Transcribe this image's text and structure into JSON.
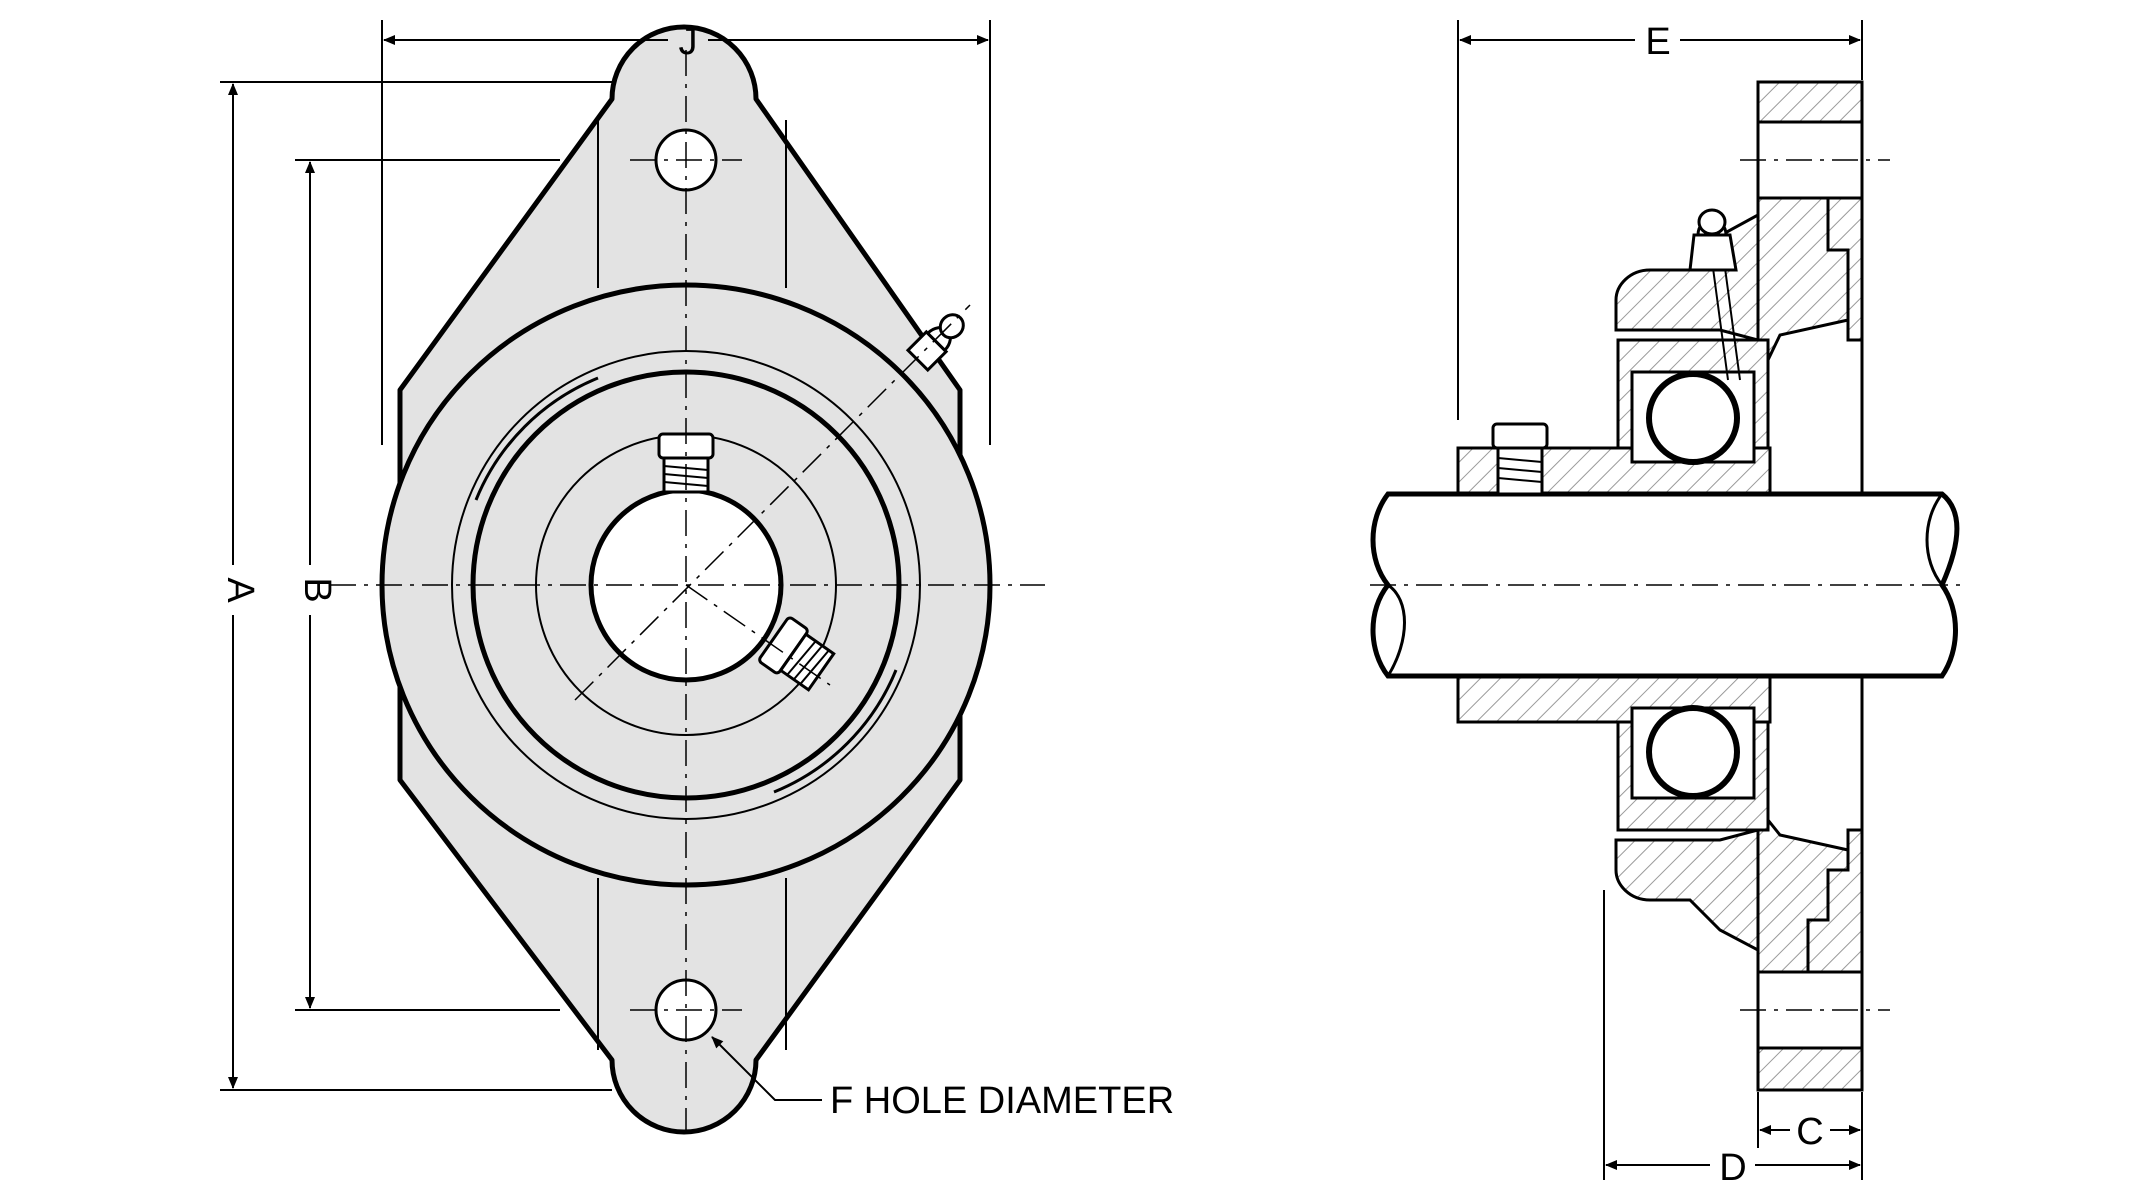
{
  "labels": {
    "a": "A",
    "b": "B",
    "c": "C",
    "d": "D",
    "e": "E",
    "j": "J",
    "hole": "F HOLE DIAMETER"
  },
  "colors": {
    "body_fill": "#e3e3e3",
    "line": "#000000",
    "hatch": "#9a9a9a"
  }
}
